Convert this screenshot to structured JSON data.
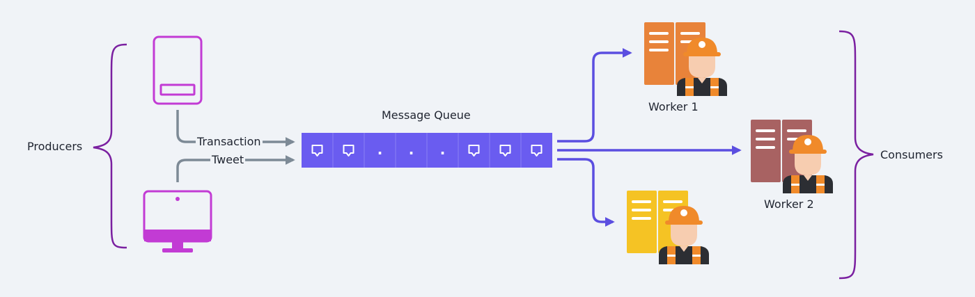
{
  "labels": {
    "producers": "Producers",
    "consumers": "Consumers",
    "queue_title": "Message Queue",
    "transaction": "Transaction",
    "tweet": "Tweet",
    "worker1": "Worker 1",
    "worker2": "Worker 2"
  },
  "queue": {
    "slots": [
      "message",
      "message",
      "dot",
      "dot",
      "dot",
      "message",
      "message",
      "message"
    ],
    "dot_glyph": "."
  },
  "colors": {
    "background": "#f0f3f7",
    "producer": "#c23bd4",
    "bracket": "#7a1fa0",
    "connector": "#7d8a96",
    "queue": "#6a5cf0",
    "queue_arrow": "#5b4ee0",
    "worker_orange": "#e8833a",
    "worker_red": "#a86262",
    "worker_yellow": "#f5c324",
    "helmet": "#f08a2a",
    "skin": "#f7cdb0"
  },
  "icons": {
    "producer_top": "card-terminal-icon",
    "producer_bottom": "monitor-icon",
    "message": "chat-bubble-icon",
    "worker": "construction-worker-icon",
    "server": "server-rack-icon"
  }
}
